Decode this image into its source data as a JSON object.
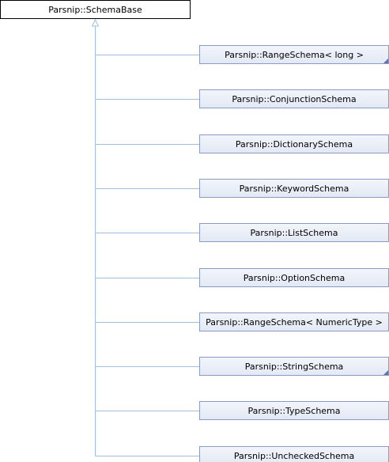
{
  "base": {
    "label": "Parsnip::SchemaBase"
  },
  "colors": {
    "edge": "#9fbfdc",
    "node_border": "#8a9cc4",
    "node_fill": "#e3e9f4",
    "corner_marker": "#5a73ad"
  },
  "derived": [
    {
      "label": "Parsnip::RangeSchema< long >",
      "has_more_marker": true
    },
    {
      "label": "Parsnip::ConjunctionSchema",
      "has_more_marker": false
    },
    {
      "label": "Parsnip::DictionarySchema",
      "has_more_marker": false
    },
    {
      "label": "Parsnip::KeywordSchema",
      "has_more_marker": false
    },
    {
      "label": "Parsnip::ListSchema",
      "has_more_marker": false
    },
    {
      "label": "Parsnip::OptionSchema",
      "has_more_marker": false
    },
    {
      "label": "Parsnip::RangeSchema< NumericType >",
      "has_more_marker": false
    },
    {
      "label": "Parsnip::StringSchema",
      "has_more_marker": true
    },
    {
      "label": "Parsnip::TypeSchema",
      "has_more_marker": false
    },
    {
      "label": "Parsnip::UncheckedSchema",
      "has_more_marker": false
    }
  ]
}
